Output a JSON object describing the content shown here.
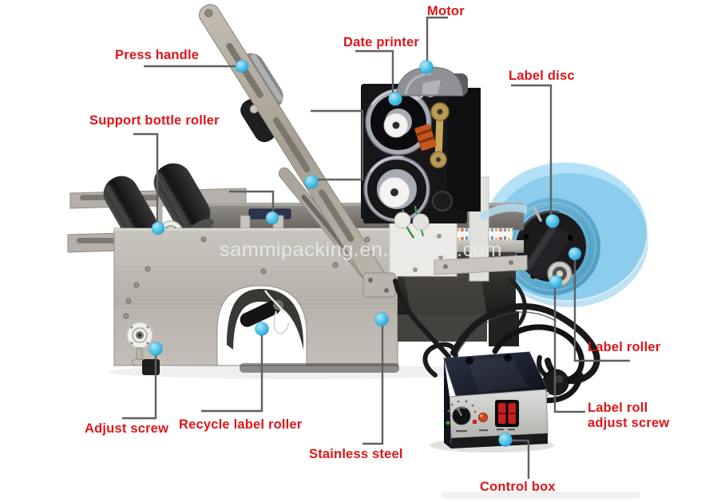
{
  "watermark": {
    "text": "sammipacking.en.alibaba.com"
  },
  "colors": {
    "label_red": "#e01418",
    "callout_line": "#5f6062",
    "callout_dot": "#4cc2ea",
    "disc_blue": "#5ab9e8",
    "machine_steel": "#bdb9b2",
    "control_box_panel": "#cfcfcc"
  },
  "callouts": [
    {
      "id": "press-handle",
      "label": "Press handle"
    },
    {
      "id": "support-bottle-roller",
      "label": "Support bottle roller"
    },
    {
      "id": "date-printer",
      "label": "Date printer"
    },
    {
      "id": "motor",
      "label": "Motor"
    },
    {
      "id": "label-disc",
      "label": "Label disc"
    },
    {
      "id": "label-roller",
      "label": "Label roller"
    },
    {
      "id": "label-roll-adjust-screw",
      "label": "Label roll adjust screw"
    },
    {
      "id": "adjust-screw",
      "label": "Adjust screw"
    },
    {
      "id": "recycle-label-roller",
      "label": "Recycle label roller"
    },
    {
      "id": "stainless-steel",
      "label": "Stainless steel"
    },
    {
      "id": "control-box",
      "label": "Control box"
    }
  ]
}
